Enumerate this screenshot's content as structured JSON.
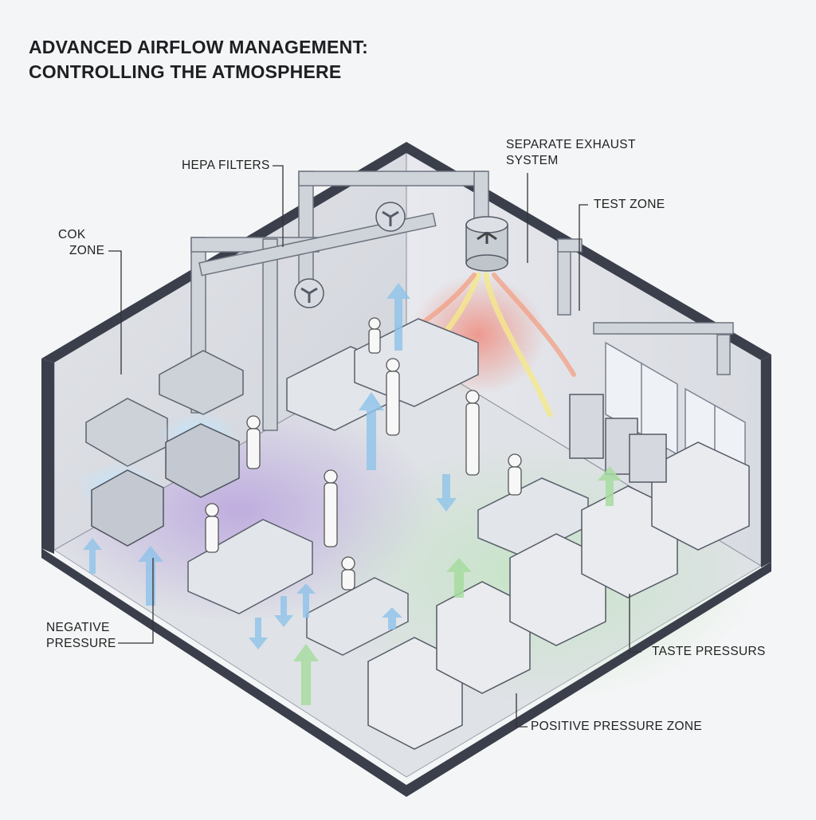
{
  "title": {
    "line1": "ADVANCED AIRFLOW MANAGEMENT:",
    "line2": "CONTROLLING THE ATMOSPHERE"
  },
  "labels": {
    "hepa_filters": "HEPA FILTERS",
    "separate_exhaust_1": "SEPARATE EXHAUST",
    "separate_exhaust_2": "SYSTEM",
    "test_zone": "TEST ZONE",
    "cook_zone_1": "COK",
    "cook_zone_2": "ZONE",
    "negative_pressure_1": "NEGATIVE",
    "negative_pressure_2": "PRESSURE",
    "taste_pressure": "TASTE PRESSURS",
    "positive_pressure_zone": "POSITIVE PRESSURE ZONE"
  },
  "colors": {
    "wall_dark": "#3a3f4b",
    "floor_negative": "#b9a4dd",
    "floor_positive": "#c4e4c4",
    "exhaust_heat": "#f08070",
    "airflow_blue": "#8fc3ea",
    "airflow_green": "#a7dca0",
    "airflow_yellow": "#f4e88a"
  },
  "icons": [
    "fan-icon",
    "up-arrow-icon",
    "down-arrow-icon",
    "chef-figure-icon"
  ]
}
